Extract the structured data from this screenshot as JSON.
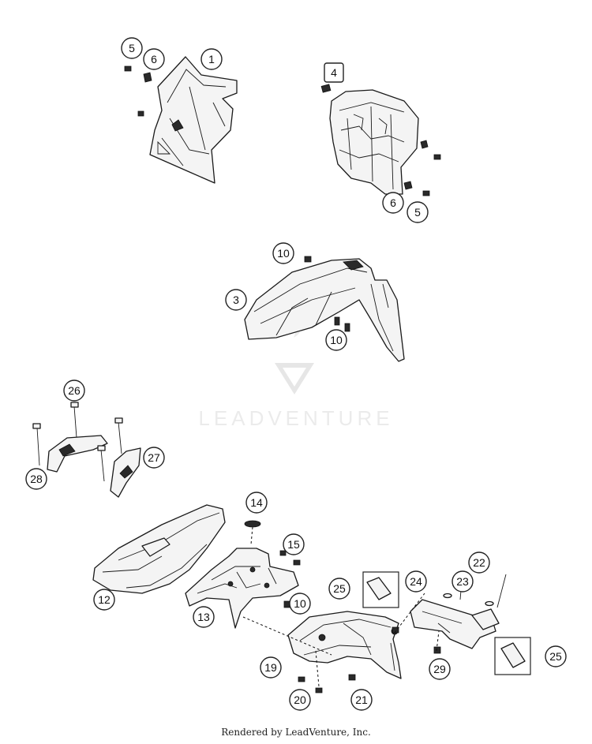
{
  "watermark": {
    "brand_text": "LEADVENTURE"
  },
  "footer": {
    "credit": "Rendered by LeadVenture, Inc."
  },
  "callouts": {
    "c1": "1",
    "c3": "3",
    "c4": "4",
    "c5a": "5",
    "c5b": "5",
    "c6a": "6",
    "c6b": "6",
    "c10a": "10",
    "c10b": "10",
    "c10c": "10",
    "c12": "12",
    "c13": "13",
    "c14": "14",
    "c15": "15",
    "c19": "19",
    "c20": "20",
    "c21": "21",
    "c22": "22",
    "c23": "23",
    "c24": "24",
    "c25a": "25",
    "c25b": "25",
    "c26": "26",
    "c27": "27",
    "c28": "28",
    "c29": "29"
  }
}
